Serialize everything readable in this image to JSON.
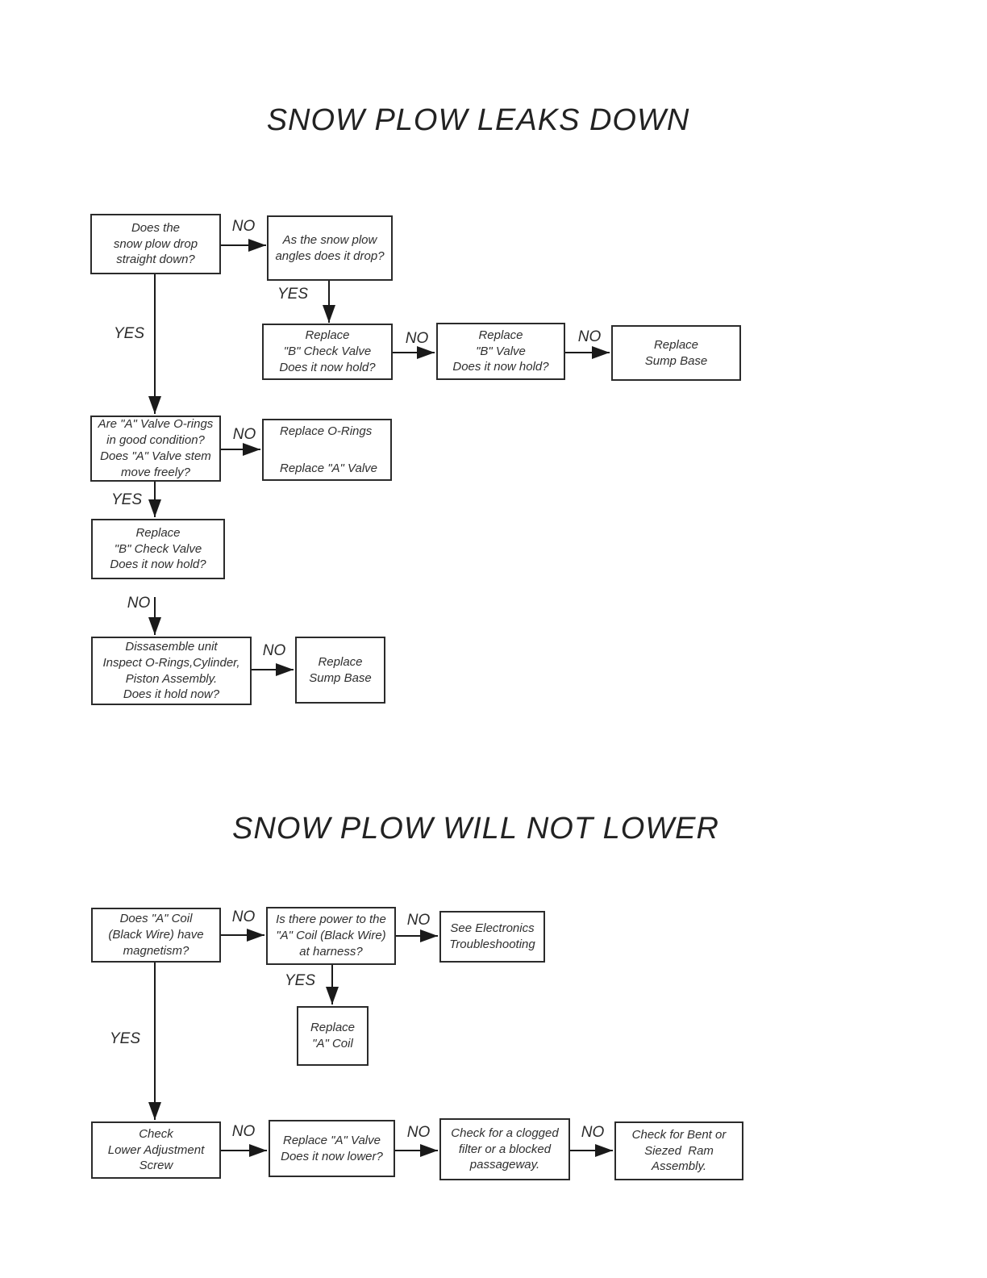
{
  "words": {
    "yes": "YES",
    "no": "NO"
  },
  "flow1": {
    "title": "SNOW PLOW LEAKS DOWN",
    "boxes": {
      "q_straight_drop": "Does the\nsnow plow drop\nstraight down?",
      "q_angle_drop": "As the snow plow\nangles does it drop?",
      "replace_b_check_valve_1": "Replace\n\"B\" Check Valve\nDoes it now hold?",
      "replace_b_valve": "Replace\n\"B\" Valve\nDoes it now hold?",
      "replace_sump_base_1": "Replace\nSump Base",
      "q_a_valve_orings": "Are \"A\" Valve O-rings\nin good condition?\nDoes \"A\" Valve stem\nmove freely?",
      "replace_orings_a_valve": "Replace O-Rings\n\nReplace \"A\" Valve",
      "replace_b_check_valve_2": "Replace\n\"B\" Check Valve\nDoes it now hold?",
      "disassemble_unit": "Dissasemble unit\nInspect O-Rings,Cylinder,\nPiston Assembly.\nDoes it hold now?",
      "replace_sump_base_2": "Replace\nSump Base"
    }
  },
  "flow2": {
    "title": "SNOW PLOW WILL NOT LOWER",
    "boxes": {
      "q_coil_magnetism": "Does \"A\" Coil\n(Black Wire) have\nmagnetism?",
      "q_power_to_coil": "Is there power to the\n\"A\" Coil (Black Wire)\nat harness?",
      "see_electronics": "See Electronics\nTroubleshooting",
      "replace_a_coil": "Replace\n\"A\" Coil",
      "check_lower_adjustment": "Check\nLower Adjustment\nScrew",
      "replace_a_valve": "Replace \"A\" Valve\nDoes it now lower?",
      "check_clogged_filter": "Check for a clogged\nfilter or a blocked\npassageway.",
      "check_bent_ram": "Check for Bent or\nSiezed  Ram\nAssembly."
    }
  }
}
